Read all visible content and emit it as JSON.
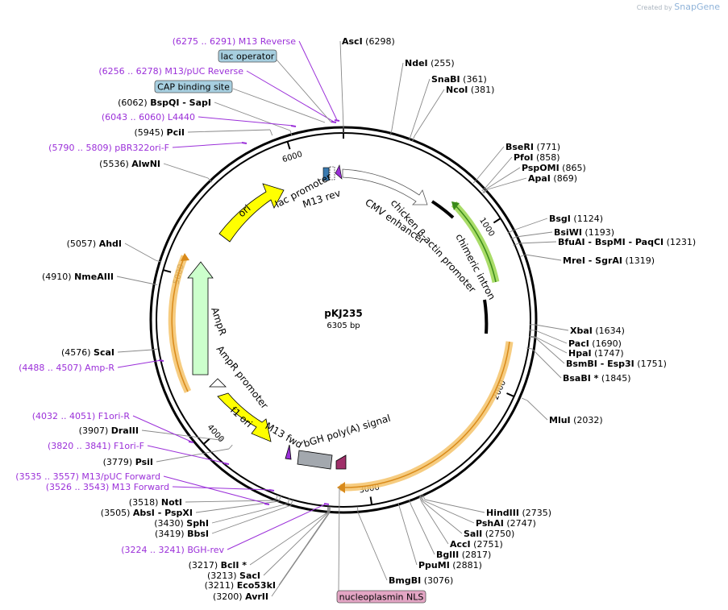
{
  "watermark": {
    "prefix": "Created by",
    "brand": "SnapGene"
  },
  "plasmid": {
    "name": "pKJ235",
    "length_label": "6305 bp",
    "length": 6305
  },
  "ticks": [
    "1000",
    "2000",
    "3000",
    "4000",
    "5000",
    "6000"
  ],
  "features": [
    {
      "label": "lac promoter"
    },
    {
      "label": "M13 rev"
    },
    {
      "label": "CMV enhancer"
    },
    {
      "label": "chicken β-actin promoter"
    },
    {
      "label": "chimeric intron"
    },
    {
      "label": "bGH poly(A) signal"
    },
    {
      "label": "M13 fwd"
    },
    {
      "label": "f1 ori"
    },
    {
      "label": "AmpR promoter"
    },
    {
      "label": "AmpR"
    },
    {
      "label": "ori"
    }
  ],
  "boxed_labels": [
    {
      "text": "lac operator",
      "color": "#a7cfe0"
    },
    {
      "text": "CAP binding site",
      "color": "#a7cfe0"
    },
    {
      "text": "nucleoplasmin NLS",
      "color": "#e3a5c4"
    }
  ],
  "sites": [
    {
      "name": "AscI",
      "pos": "(6298)"
    },
    {
      "name": "NdeI",
      "pos": "(255)"
    },
    {
      "name": "SnaBI",
      "pos": "(361)"
    },
    {
      "name": "NcoI",
      "pos": "(381)"
    },
    {
      "name": "BseRI",
      "pos": "(771)"
    },
    {
      "name": "PfoI",
      "pos": "(858)"
    },
    {
      "name": "PspOMI",
      "pos": "(865)"
    },
    {
      "name": "ApaI",
      "pos": "(869)"
    },
    {
      "name": "BsgI",
      "pos": "(1124)"
    },
    {
      "name": "BsiWI",
      "pos": "(1193)"
    },
    {
      "name": "BfuAI  - BspMI  - PaqCI",
      "pos": "(1231)"
    },
    {
      "name": "MreI  - SgrAI",
      "pos": "(1319)"
    },
    {
      "name": "XbaI",
      "pos": "(1634)"
    },
    {
      "name": "PacI",
      "pos": "(1690)"
    },
    {
      "name": "HpaI",
      "pos": "(1747)"
    },
    {
      "name": "BsmBI  - Esp3I",
      "pos": "(1751)"
    },
    {
      "name": "BsaBI *",
      "pos": "(1845)"
    },
    {
      "name": "MluI",
      "pos": "(2032)"
    },
    {
      "name": "HindIII",
      "pos": "(2735)"
    },
    {
      "name": "PshAI",
      "pos": "(2747)"
    },
    {
      "name": "SalI",
      "pos": "(2750)"
    },
    {
      "name": "AccI",
      "pos": "(2751)"
    },
    {
      "name": "BglII",
      "pos": "(2817)"
    },
    {
      "name": "PpuMI",
      "pos": "(2881)"
    },
    {
      "name": "BmgBI",
      "pos": "(3076)"
    },
    {
      "name": "AvrII",
      "pos": "(3200)"
    },
    {
      "name": "Eco53kI",
      "pos": "(3211)"
    },
    {
      "name": "SacI",
      "pos": "(3213)"
    },
    {
      "name": "BclI *",
      "pos": "(3217)"
    },
    {
      "name": "BbsI",
      "pos": "(3419)"
    },
    {
      "name": "SphI",
      "pos": "(3430)"
    },
    {
      "name": "AbsI  - PspXI",
      "pos": "(3505)"
    },
    {
      "name": "NotI",
      "pos": "(3518)"
    },
    {
      "name": "PsiI",
      "pos": "(3779)"
    },
    {
      "name": "DraIII",
      "pos": "(3907)"
    },
    {
      "name": "ScaI",
      "pos": "(4576)"
    },
    {
      "name": "NmeAIII",
      "pos": "(4910)"
    },
    {
      "name": "AhdI",
      "pos": "(5057)"
    },
    {
      "name": "AlwNI",
      "pos": "(5536)"
    },
    {
      "name": "PciI",
      "pos": "(5945)"
    },
    {
      "name": "BspQI  - SapI",
      "pos": "(6062)"
    }
  ],
  "primers": [
    {
      "range": "(6275 .. 6291)",
      "name": "M13 Reverse"
    },
    {
      "range": "(6256 .. 6278)",
      "name": "M13/pUC Reverse"
    },
    {
      "range": "(6043 .. 6060)",
      "name": "L4440"
    },
    {
      "range": "(5790 .. 5809)",
      "name": "pBR322ori-F"
    },
    {
      "range": "(4488 .. 4507)",
      "name": "Amp-R"
    },
    {
      "range": "(4032 .. 4051)",
      "name": "F1ori-R"
    },
    {
      "range": "(3820 .. 3841)",
      "name": "F1ori-F"
    },
    {
      "range": "(3535 .. 3557)",
      "name": "M13/pUC Forward"
    },
    {
      "range": "(3526 .. 3543)",
      "name": "M13 Forward"
    },
    {
      "range": "(3224 .. 3241)",
      "name": "BGH-rev"
    }
  ],
  "colors": {
    "ori": "#ffff00",
    "ampr": "#ccffcc",
    "f1_ori": "#ffff00",
    "bgh": "#a3a8ae",
    "primer": "#9b30d9",
    "orange_highlight": "#f5c36a",
    "green_highlight": "#9ad64e"
  }
}
